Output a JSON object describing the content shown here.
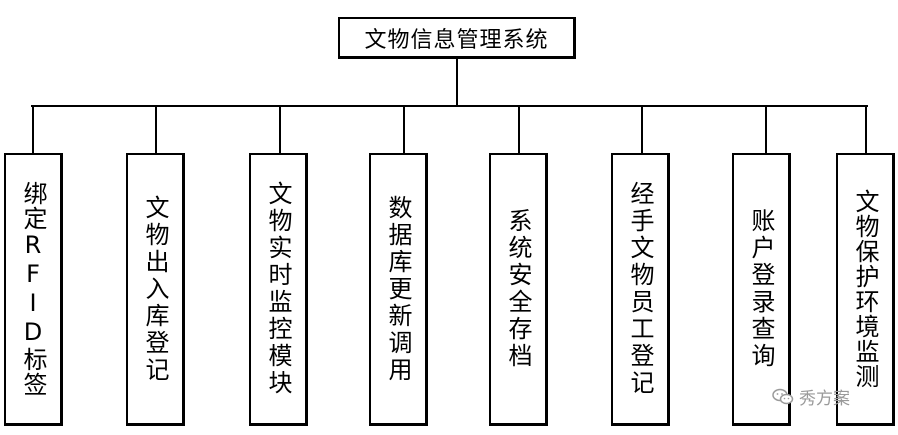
{
  "root": {
    "label": "文物信息管理系统"
  },
  "children": [
    {
      "id": "rfid",
      "label": "绑定RFID标签"
    },
    {
      "id": "inout",
      "label": "文物出入库登记"
    },
    {
      "id": "monitor",
      "label": "文物实时监控模块"
    },
    {
      "id": "db",
      "label": "数据库更新调用"
    },
    {
      "id": "backup",
      "label": "系统安全存档"
    },
    {
      "id": "staff",
      "label": "经手文物员工登记"
    },
    {
      "id": "account",
      "label": "账户登录查询"
    },
    {
      "id": "env",
      "label": "文物保护环境监测"
    }
  ],
  "watermark": {
    "text": "秀方案",
    "icon": "wechat-icon",
    "color": "#9a9a9a"
  }
}
